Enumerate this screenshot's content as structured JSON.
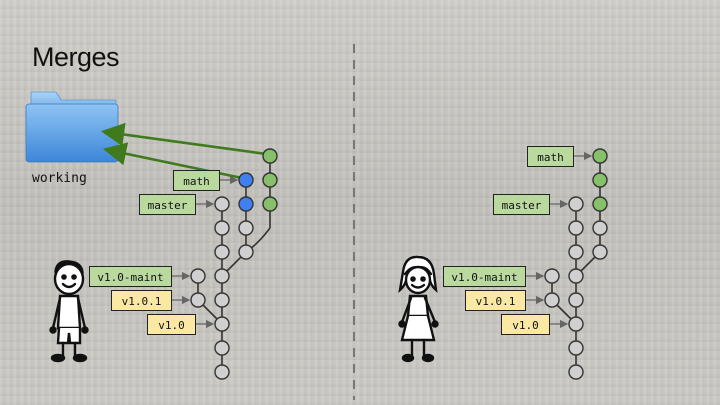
{
  "title": "Merges",
  "folder": {
    "label": "working",
    "icon": "folder-icon"
  },
  "left_panel": {
    "labels": {
      "math": "math",
      "master": "master",
      "maint": "v1.0-maint",
      "v101": "v1.0.1",
      "v10": "v1.0"
    }
  },
  "right_panel": {
    "labels": {
      "math": "math",
      "master": "master",
      "maint": "v1.0-maint",
      "v101": "v1.0.1",
      "v10": "v1.0"
    }
  },
  "colors": {
    "node_gray": "#d0d0d0",
    "node_blue": "#3f7ff0",
    "node_green": "#86c06a",
    "arrow_green": "#3f7a1c",
    "label_green": "#b9d99f",
    "label_yellow": "#fbe8a3"
  },
  "figures": {
    "left": "boy-figure",
    "right": "girl-figure"
  }
}
